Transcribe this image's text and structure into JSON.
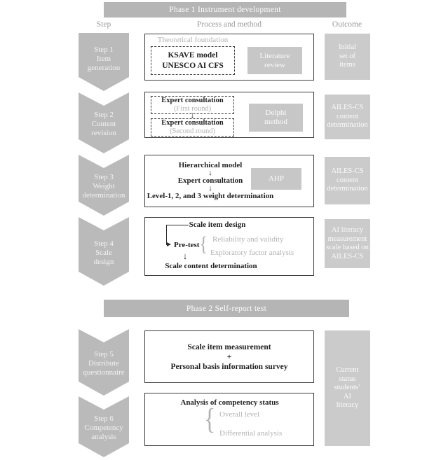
{
  "phase1_header": {
    "title": "Phase 1 Instrument development"
  },
  "phase2_header": {
    "title": "Phase 2 Self-report test"
  },
  "columns": {
    "step": "Step",
    "process": "Process and method",
    "outcome": "Outcome"
  },
  "icons": {
    "down_arrow": "↓",
    "brace": "{"
  },
  "steps": [
    {
      "lines": [
        "Step 1",
        "Item",
        "generation"
      ]
    },
    {
      "lines": [
        "Step 2",
        "Content",
        "revision"
      ]
    },
    {
      "lines": [
        "Step 3",
        "Weight",
        "determination"
      ]
    },
    {
      "lines": [
        "Step 4",
        "Scale",
        "design"
      ]
    },
    {
      "lines": [
        "Step 5",
        "Distribute",
        "questionnaire"
      ]
    },
    {
      "lines": [
        "Step 6",
        "Competency",
        "analysis"
      ]
    }
  ],
  "process1": {
    "foundation_label": "Theoretical foundation",
    "theory_lines": [
      "KSAVE model",
      "UNESCO AI CFS"
    ],
    "method_lines": [
      "Literature",
      "review"
    ]
  },
  "process2": {
    "round1_lines": [
      "Expert consultation",
      "(First round)"
    ],
    "round2_lines": [
      "Expert consultation",
      "(Second round)"
    ],
    "method_lines": [
      "Delphi",
      "method"
    ]
  },
  "process3": {
    "step_a": "Hierarchical model",
    "step_b": "Expert consultation",
    "step_c": "Level-1, 2, and 3 weight determination",
    "method": "AHP"
  },
  "process4": {
    "top": "Scale item design",
    "pretest": "Pre-test",
    "note1": "Reliability and validity",
    "note2": "Exploratory factor analysis",
    "bottom": "Scale content determination"
  },
  "process5": {
    "line1": "Scale item measurement",
    "plus": "+",
    "line2": "Personal basis information survey"
  },
  "process6": {
    "title": "Analysis of competency status",
    "note1": "Overall level",
    "note2": "Differential analysis"
  },
  "outcomes": [
    {
      "lines": [
        "Initial",
        "set of",
        "items"
      ]
    },
    {
      "lines": [
        "AILES-CS",
        "content",
        "determination"
      ]
    },
    {
      "lines": [
        "AILES-CS",
        "content",
        "determination"
      ]
    },
    {
      "lines": [
        "AI literacy",
        "measurement",
        "scale based on",
        "AILES-CS"
      ]
    },
    {
      "lines": [
        "Current",
        "status",
        "students’",
        "AI",
        "literacy"
      ]
    }
  ],
  "colors": {
    "phase_bar": "#b5b5b5",
    "chevron": "#bababa",
    "outcome_box": "#cbcbcb",
    "method_box": "#c7c7c7",
    "muted_text": "#b3b3b3",
    "dark_text": "#1f1f1f",
    "column_header_text": "#9a9a9a"
  }
}
